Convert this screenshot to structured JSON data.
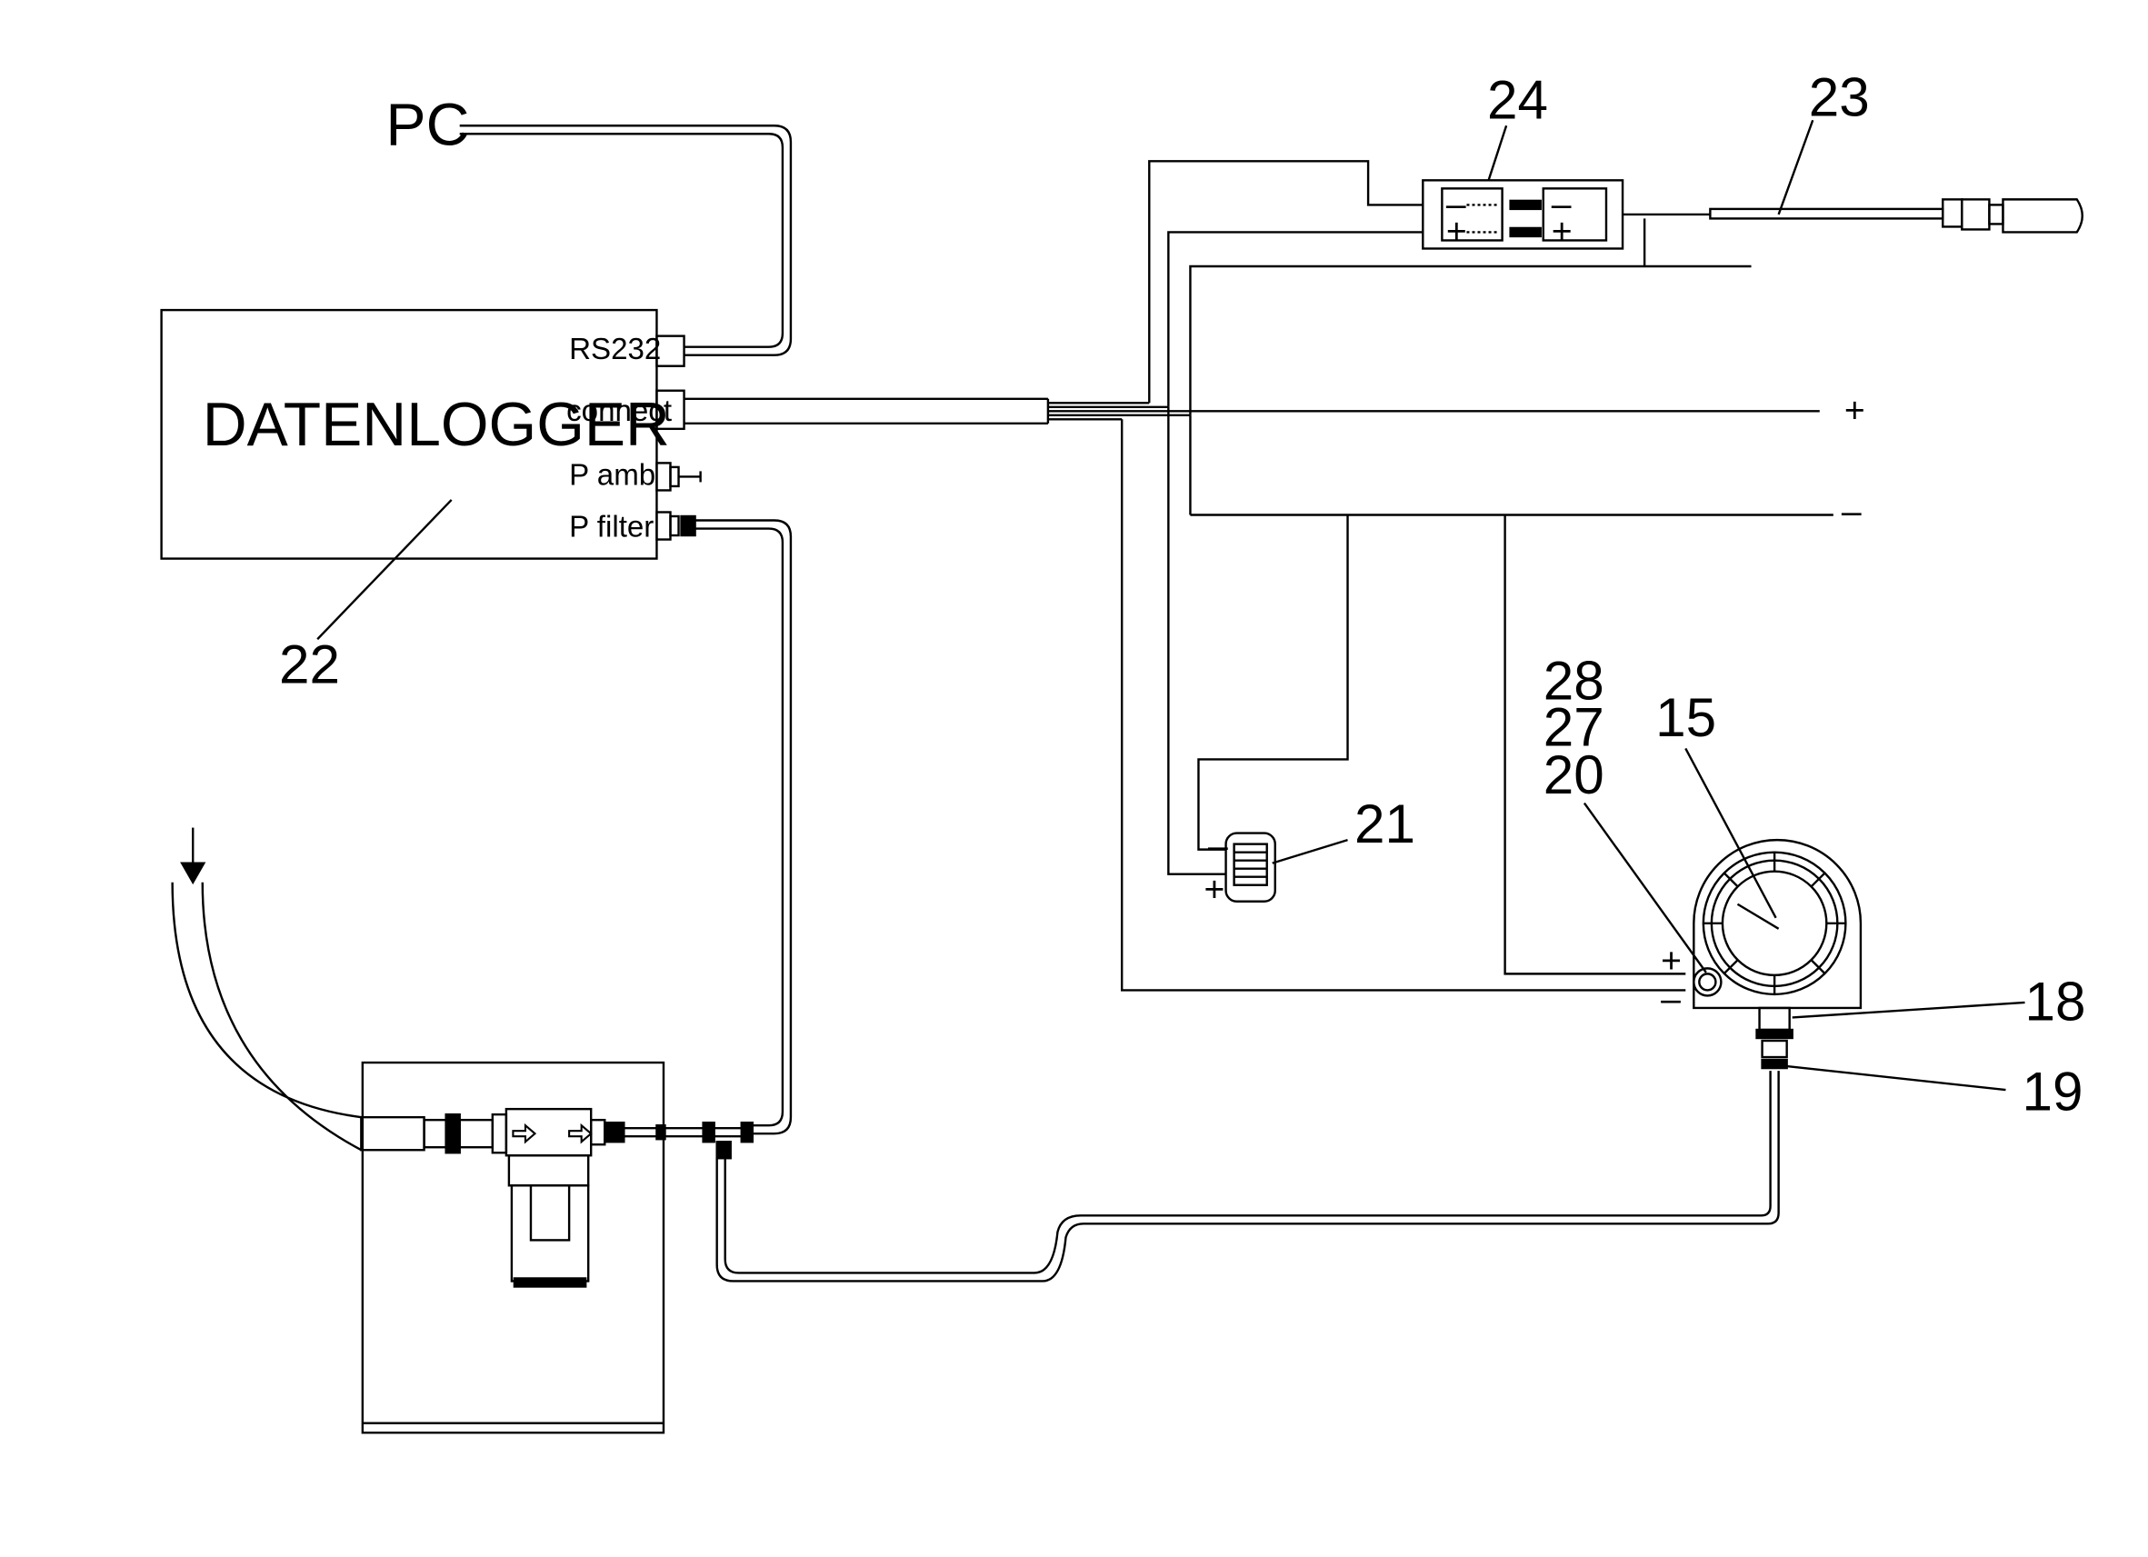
{
  "labels": {
    "pc": "PC",
    "datalogger": "DATENLOGGER",
    "rs232": "RS232",
    "connect": "connect",
    "p_amb": "P amb",
    "p_filter": "P filter"
  },
  "reference_numerals": {
    "r22": "22",
    "r23": "23",
    "r24": "24",
    "r21": "21",
    "r28": "28",
    "r27": "27",
    "r20": "20",
    "r15": "15",
    "r18": "18",
    "r19": "19"
  },
  "signs": {
    "plus": "+",
    "minus": "–"
  }
}
